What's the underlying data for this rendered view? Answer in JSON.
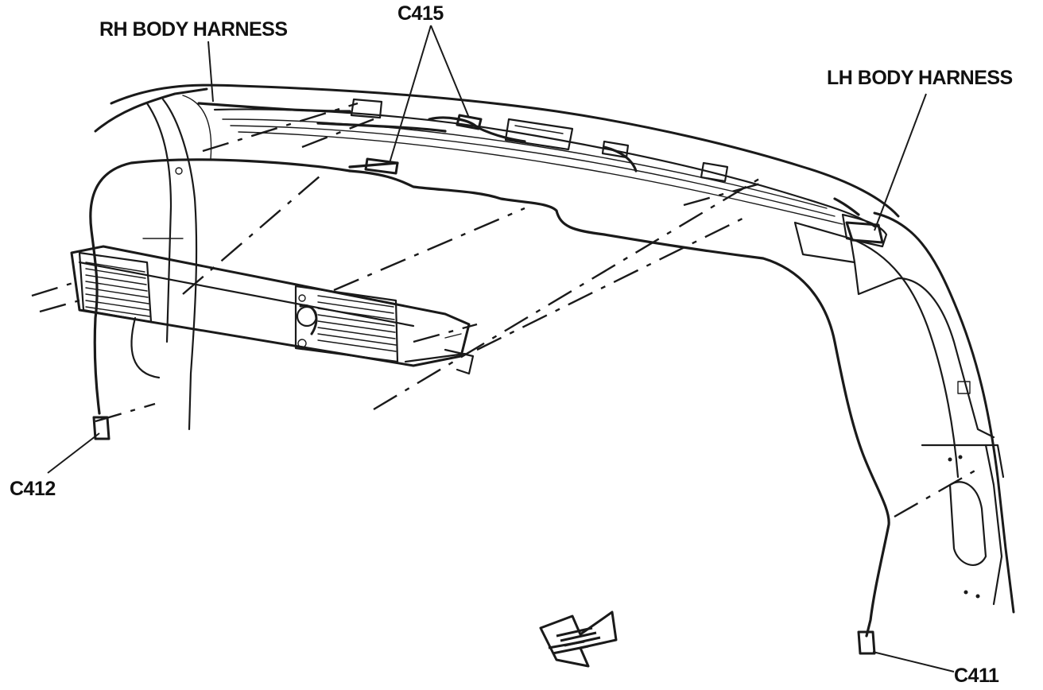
{
  "labels": {
    "rh_body_harness": "RH BODY HARNESS",
    "c415": "C415",
    "lh_body_harness": "LH BODY HARNESS",
    "c412": "C412",
    "c411": "C411"
  },
  "icons": {
    "front_direction": "front-direction-arrow-icon"
  }
}
